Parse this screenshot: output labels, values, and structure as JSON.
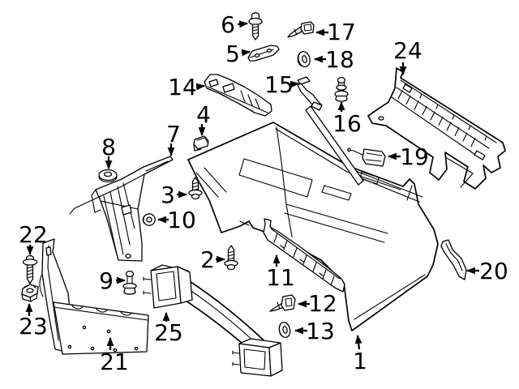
{
  "diagram": {
    "background_color": "#ffffff",
    "line_color": "#000000",
    "description_visible_text_only": "numeric part callouts",
    "callouts": [
      {
        "id": "1",
        "label": "1"
      },
      {
        "id": "2",
        "label": "2"
      },
      {
        "id": "3",
        "label": "3"
      },
      {
        "id": "4",
        "label": "4"
      },
      {
        "id": "5",
        "label": "5"
      },
      {
        "id": "6",
        "label": "6"
      },
      {
        "id": "7",
        "label": "7"
      },
      {
        "id": "8",
        "label": "8"
      },
      {
        "id": "9",
        "label": "9"
      },
      {
        "id": "10",
        "label": "10"
      },
      {
        "id": "11",
        "label": "11"
      },
      {
        "id": "12",
        "label": "12"
      },
      {
        "id": "13",
        "label": "13"
      },
      {
        "id": "14",
        "label": "14"
      },
      {
        "id": "15",
        "label": "15"
      },
      {
        "id": "16",
        "label": "16"
      },
      {
        "id": "17",
        "label": "17"
      },
      {
        "id": "18",
        "label": "18"
      },
      {
        "id": "19",
        "label": "19"
      },
      {
        "id": "20",
        "label": "20"
      },
      {
        "id": "21",
        "label": "21"
      },
      {
        "id": "22",
        "label": "22"
      },
      {
        "id": "23",
        "label": "23"
      },
      {
        "id": "24",
        "label": "24"
      },
      {
        "id": "25",
        "label": "25"
      }
    ]
  }
}
